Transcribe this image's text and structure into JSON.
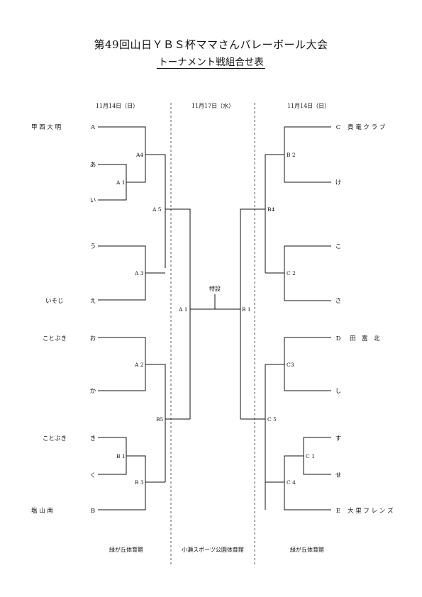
{
  "title": "第49回山日ＹＢＳ杯ママさんバレーボール大会",
  "subtitle": "トーナメント戦組合せ表",
  "dates": {
    "left": "11月14日（日）",
    "center": "11月17日（水）",
    "right": "11月14日（日）"
  },
  "venues": {
    "left": "緑が丘体育館",
    "center": "小瀬スポーツ公園体育館",
    "right": "緑が丘体育館"
  },
  "left_teams": [
    {
      "name": "甲 西 大 明",
      "slot": "A"
    },
    {
      "name": "",
      "slot": "あ"
    },
    {
      "name": "",
      "slot": "い"
    },
    {
      "name": "",
      "slot": "う"
    },
    {
      "name": "いそじ",
      "slot": "え"
    },
    {
      "name": "ことぶき",
      "slot": "お"
    },
    {
      "name": "",
      "slot": "か"
    },
    {
      "name": "ことぶき",
      "slot": "き"
    },
    {
      "name": "",
      "slot": "く"
    },
    {
      "name": "塩 山 南",
      "slot": "B"
    }
  ],
  "right_teams": [
    {
      "slot": "C",
      "name": "貢 竜 ク ラ ブ"
    },
    {
      "slot": "け",
      "name": ""
    },
    {
      "slot": "こ",
      "name": ""
    },
    {
      "slot": "さ",
      "name": ""
    },
    {
      "slot": "D",
      "name": "田　富　北"
    },
    {
      "slot": "し",
      "name": ""
    },
    {
      "slot": "す",
      "name": ""
    },
    {
      "slot": "せ",
      "name": ""
    },
    {
      "slot": "E",
      "name": "大 里 フ レ ン ズ"
    }
  ],
  "match_labels": {
    "A1": "A 1",
    "A2": "A 2",
    "A3": "A 3",
    "A4": "A4",
    "A5": "A 5",
    "B1": "B 1",
    "B3": "B 3",
    "B5": "B5",
    "RB2": "B 2",
    "RB4": "B4",
    "RC2": "C 2",
    "RC3": "C3",
    "RC1": "C 1",
    "RC4": "C 4",
    "RC5": "C 5",
    "FA1": "A 1",
    "FB1": "B 1"
  },
  "special_label": "特設"
}
